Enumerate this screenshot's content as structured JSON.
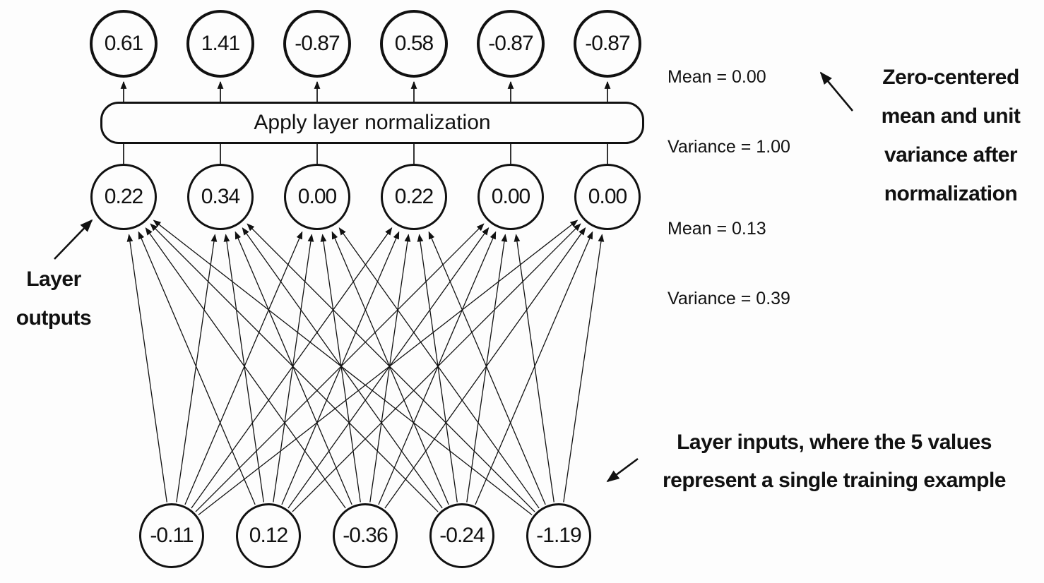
{
  "colors": {
    "ink": "#111111",
    "background": "#fdfdfd"
  },
  "normalization_box": {
    "label": "Apply layer normalization"
  },
  "nodes": {
    "normalized": [
      "0.61",
      "1.41",
      "-0.87",
      "0.58",
      "-0.87",
      "-0.87"
    ],
    "layer_outputs": [
      "0.22",
      "0.34",
      "0.00",
      "0.22",
      "0.00",
      "0.00"
    ],
    "inputs": [
      "-0.11",
      "0.12",
      "-0.36",
      "-0.24",
      "-1.19"
    ]
  },
  "stats": {
    "after_normalization": {
      "mean": "Mean = 0.00",
      "variance": "Variance = 1.00"
    },
    "before_normalization": {
      "mean": "Mean = 0.13",
      "variance": "Variance = 0.39"
    }
  },
  "captions": {
    "right": {
      "lines": [
        "Zero-centered",
        "mean and unit",
        "variance after",
        "normalization"
      ]
    },
    "left": {
      "lines": [
        "Layer",
        "outputs"
      ]
    },
    "bottom": {
      "lines": [
        "Layer inputs, where the 5 values",
        "represent a single training example"
      ]
    }
  }
}
